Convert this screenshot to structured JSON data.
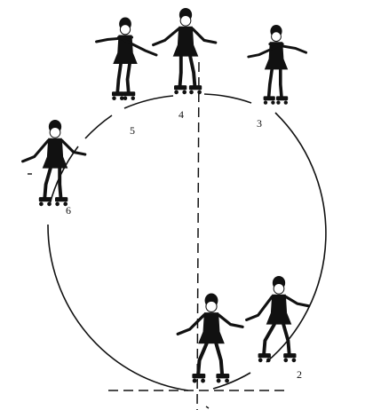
{
  "positions": [
    {
      "id": "2",
      "label": "2"
    },
    {
      "id": "3",
      "label": "3"
    },
    {
      "id": "4",
      "label": "4"
    },
    {
      "id": "5",
      "label": "5"
    },
    {
      "id": "6",
      "label": "6"
    }
  ],
  "colors": {
    "ink": "#111111",
    "paper": "#ffffff"
  }
}
